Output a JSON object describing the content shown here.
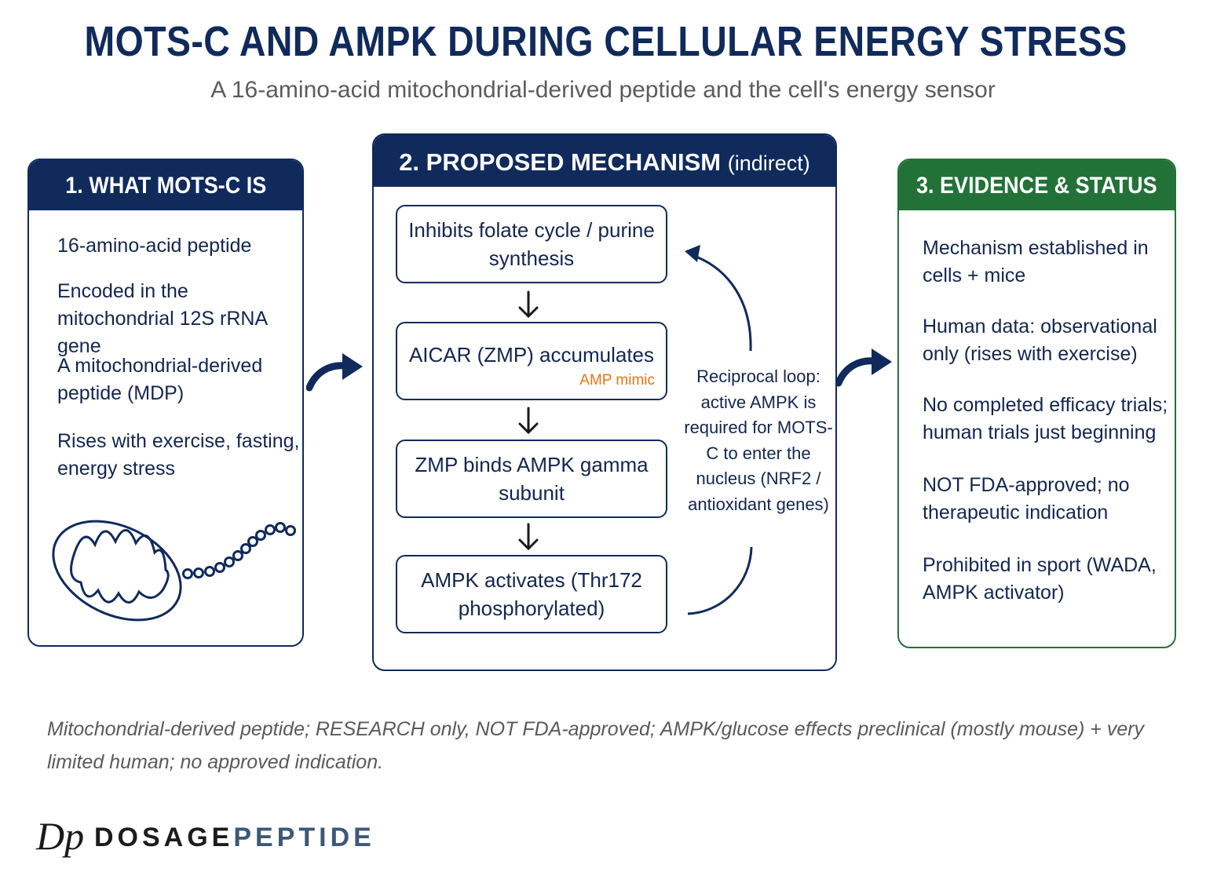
{
  "header": {
    "title": "MOTS-C AND AMPK DURING CELLULAR ENERGY STRESS",
    "subtitle": "A 16-amino-acid mitochondrial-derived peptide and the cell's energy sensor"
  },
  "panel1": {
    "heading": "1. WHAT MOTS-C IS",
    "items": [
      "16-amino-acid peptide",
      "Encoded in the mitochondrial 12S rRNA gene",
      "A mitochondrial-derived peptide (MDP)",
      "Rises with exercise, fasting, energy stress"
    ]
  },
  "panel2": {
    "heading": "2. PROPOSED MECHANISM",
    "heading_note": "(indirect)",
    "steps": [
      "Inhibits folate cycle / purine synthesis",
      "AICAR (ZMP) accumulates",
      "ZMP binds AMPK gamma subunit",
      "AMPK activates (Thr172 phosphorylated)"
    ],
    "step2_note": "AMP mimic",
    "loop_text": "Reciprocal loop: active AMPK is required for MOTS-C to enter the nucleus (NRF2 / antioxidant genes)"
  },
  "panel3": {
    "heading": "3. EVIDENCE & STATUS",
    "items": [
      "Mechanism established in cells + mice",
      "Human data: observational only (rises with exercise)",
      "No completed efficacy trials; human trials just beginning",
      "NOT FDA-approved; no therapeutic indication",
      "Prohibited in sport (WADA, AMPK activator)"
    ]
  },
  "disclaimer": "Mitochondrial-derived peptide; RESEARCH only, NOT FDA-approved; AMPK/glucose effects preclinical (mostly mouse) + very limited human; no approved indication.",
  "brand": {
    "logo_letters": "Dp",
    "name_part1": "DOSAGE",
    "name_part2": "PEPTIDE"
  },
  "colors": {
    "navy": "#102a5c",
    "green": "#227238",
    "accent_orange": "#f07212",
    "subtitle_gray": "#5c5c5c"
  },
  "icons": [
    "mitochondrion-icon",
    "curved-right-arrow-icon",
    "down-arrow-icon",
    "feedback-loop-arrow-icon"
  ]
}
